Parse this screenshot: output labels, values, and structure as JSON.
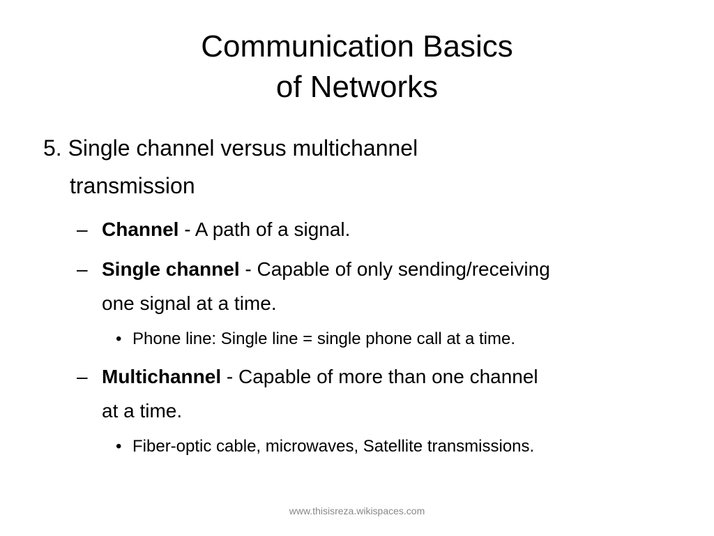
{
  "slide": {
    "title_line1": "Communication Basics",
    "title_line2": "of Networks",
    "heading": {
      "line1": "5. Single channel versus multichannel",
      "line2": "transmission"
    },
    "items": [
      {
        "dash": "–",
        "term": "Channel",
        "text1": " - A path of a signal.",
        "text2": ""
      },
      {
        "dash": "–",
        "term": "Single channel",
        "text1": " - Capable of only sending/receiving",
        "text2": "one signal at a time.",
        "sub": {
          "bullet": "•",
          "text": "Phone line:  Single line = single phone call at a time."
        }
      },
      {
        "dash": "–",
        "term": "Multichannel",
        "text1": " - Capable of more than one channel",
        "text2": "at a time.",
        "sub": {
          "bullet": "•",
          "text": "Fiber-optic cable, microwaves, Satellite transmissions."
        }
      }
    ],
    "footer": "www.thisisreza.wikispaces.com"
  }
}
